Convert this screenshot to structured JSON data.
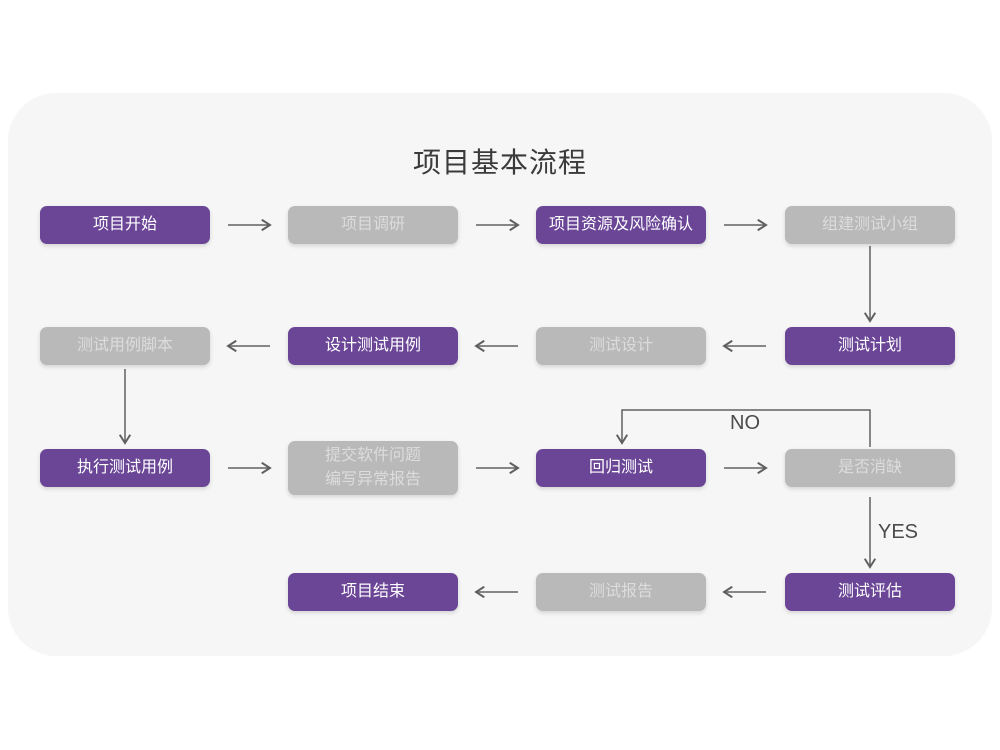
{
  "title": "项目基本流程",
  "colors": {
    "highlight": "#6b4697",
    "default": "#b9b9b9",
    "canvas": "#f6f6f6",
    "background": "#ffffff",
    "arrow": "#606060",
    "text_on_highlight": "#ffffff",
    "text_on_default": "#dcdcdc",
    "title_text": "#3b3b3b",
    "edge_label_text": "#4b4b4b"
  },
  "nodes": [
    {
      "id": "project-start",
      "label": "项目开始",
      "variant": "highlight"
    },
    {
      "id": "project-research",
      "label": "项目调研",
      "variant": "default"
    },
    {
      "id": "resource-risk-confirm",
      "label": "项目资源及风险确认",
      "variant": "highlight"
    },
    {
      "id": "build-test-team",
      "label": "组建测试小组",
      "variant": "default"
    },
    {
      "id": "test-case-script",
      "label": "测试用例脚本",
      "variant": "default"
    },
    {
      "id": "design-test-case",
      "label": "设计测试用例",
      "variant": "highlight"
    },
    {
      "id": "test-design",
      "label": "测试设计",
      "variant": "default"
    },
    {
      "id": "test-plan",
      "label": "测试计划",
      "variant": "highlight"
    },
    {
      "id": "execute-test-case",
      "label": "执行测试用例",
      "variant": "highlight"
    },
    {
      "id": "submit-issue-report",
      "label": "提交软件问题\n编写异常报告",
      "variant": "default"
    },
    {
      "id": "regression-test",
      "label": "回归测试",
      "variant": "highlight"
    },
    {
      "id": "defect-resolved",
      "label": "是否消缺",
      "variant": "default"
    },
    {
      "id": "project-end",
      "label": "项目结束",
      "variant": "highlight"
    },
    {
      "id": "test-report",
      "label": "测试报告",
      "variant": "default"
    },
    {
      "id": "test-evaluate",
      "label": "测试评估",
      "variant": "highlight"
    }
  ],
  "edge_labels": {
    "no": "NO",
    "yes": "YES"
  }
}
